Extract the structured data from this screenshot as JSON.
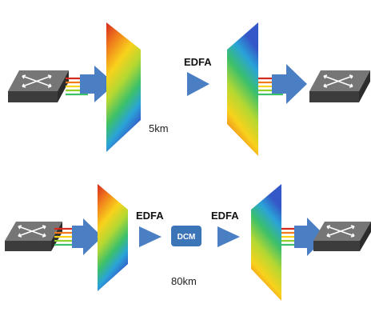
{
  "top_link": {
    "amplifier_label": "EDFA",
    "distance_label": "5km"
  },
  "bottom_link": {
    "amplifier_left_label": "EDFA",
    "compensator_label": "DCM",
    "amplifier_right_label": "EDFA",
    "distance_label": "80km"
  },
  "colors": {
    "arrow_blue": "#4a7fc4",
    "dcm_fill": "#3c74b8",
    "switch_top": "#6a6a6a",
    "switch_side": "#3c3c3c",
    "spectrum": [
      "#d42a1e",
      "#f07a1c",
      "#f8d21c",
      "#b4d832",
      "#3cc06a",
      "#2aa3d8",
      "#3458c8"
    ]
  },
  "icons": {
    "switch": "switch-icon",
    "mux": "multiplexer-prism",
    "demux": "demultiplexer-prism",
    "amplifier": "triangle-arrow-icon"
  }
}
